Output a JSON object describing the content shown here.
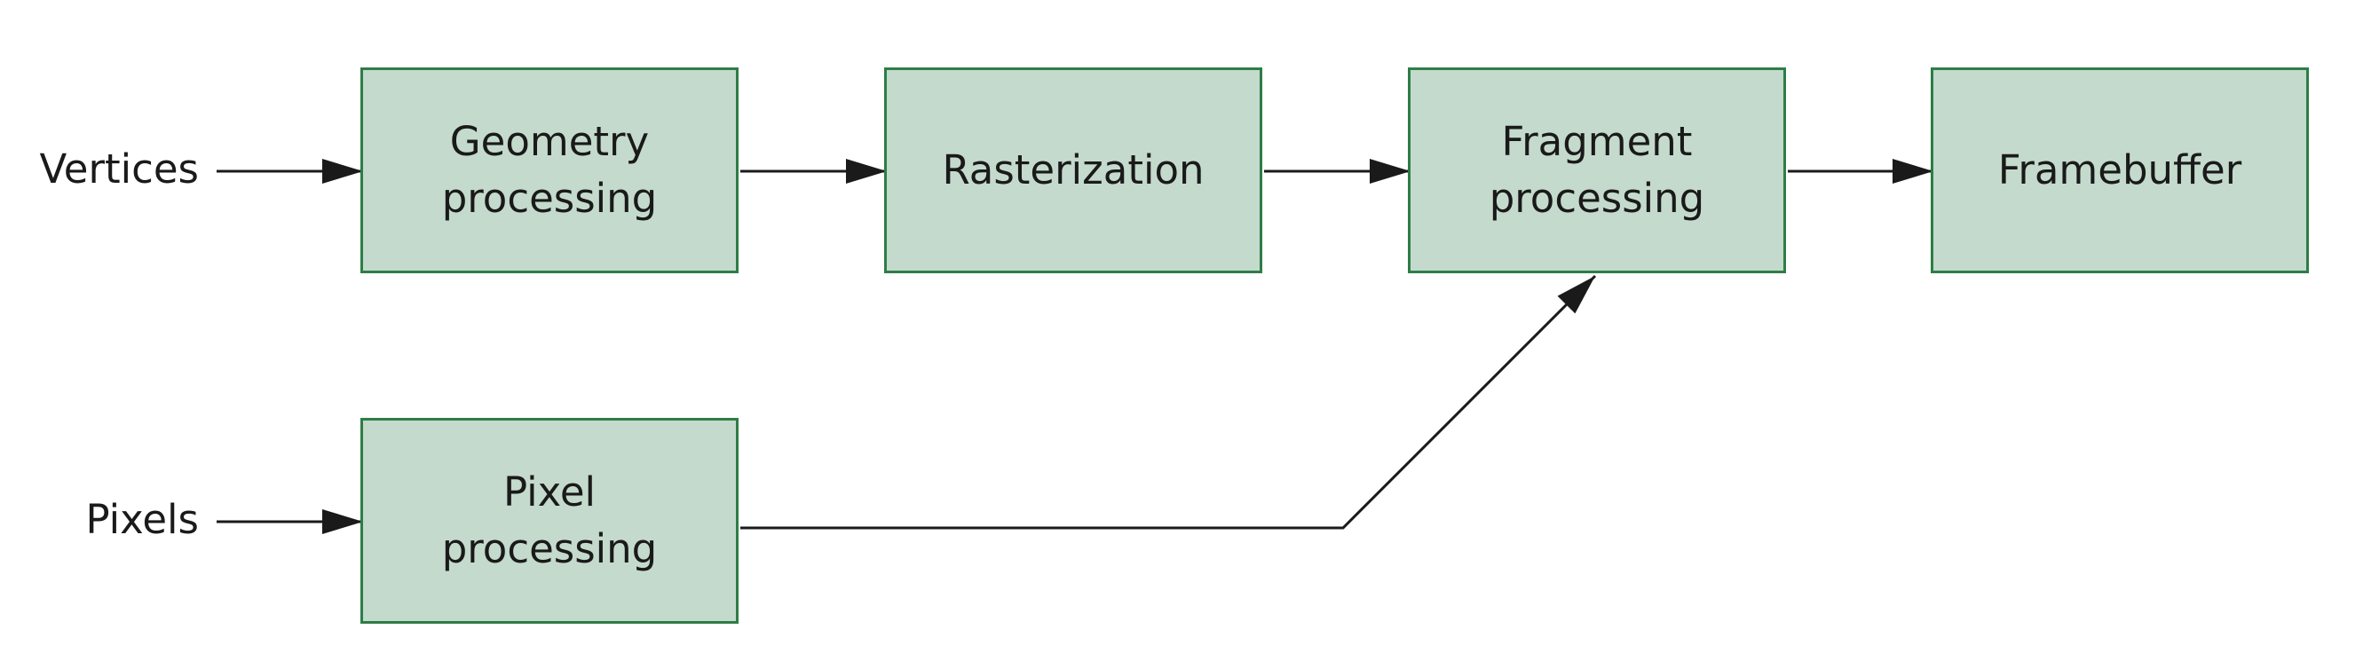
{
  "diagram": {
    "inputs": {
      "vertices": "Vertices",
      "pixels": "Pixels"
    },
    "stages": {
      "geometry": "Geometry\nprocessing",
      "rasterization": "Rasterization",
      "fragment": "Fragment\nprocessing",
      "framebuffer": "Framebuffer",
      "pixel": "Pixel\nprocessing"
    },
    "colors": {
      "box_fill": "#c4dacd",
      "box_border": "#2e7d46",
      "arrow": "#1a1a1a"
    }
  }
}
